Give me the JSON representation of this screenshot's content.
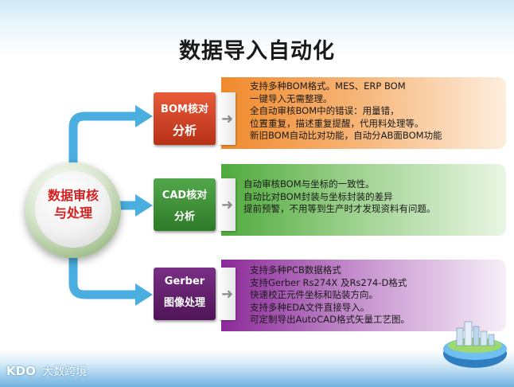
{
  "title": "数据导入自动化",
  "hub": {
    "line1": "数据审核",
    "line2": "与处理"
  },
  "stages": [
    {
      "line1": "BOM核对",
      "line2": "分析",
      "details": [
        "支持多种BOM格式。MES、ERP BOM",
        "一键导入无需整理。",
        "全自动审核BOM中的错误：用量错，",
        "位置重复，描述重复提醒，代用料处理等。",
        "新旧BOM自动比对功能，自动分AB面BOM功能"
      ]
    },
    {
      "line1": "CAD核对",
      "line2": "分析",
      "details": [
        "自动审核BOM与坐标的一致性。",
        "自动比对BOM封装与坐标封装的差异",
        "提前预警，不用等到生产时才发现资料有问题。"
      ]
    },
    {
      "line1": "Gerber",
      "line2": "图像处理",
      "details": [
        "支持多种PCB数据格式",
        "支持Gerber Rs274X 及Rs274-D格式",
        "快速校正元件坐标和贴装方向。",
        "支持多种EDA文件直接导入。",
        "可定制导出AutoCAD格式矢量工艺图。"
      ]
    }
  ],
  "logo": {
    "mark": "KDO",
    "text": "大数跨境"
  },
  "colors": {
    "stage1": "#e04a2a",
    "stage2": "#4aa043",
    "stage3": "#6a2577",
    "connector": "#4aaee0",
    "hub_text": "#d42020"
  },
  "icons": {
    "arrow": "chevron-right-icon",
    "globe": "globe-city-icon"
  }
}
